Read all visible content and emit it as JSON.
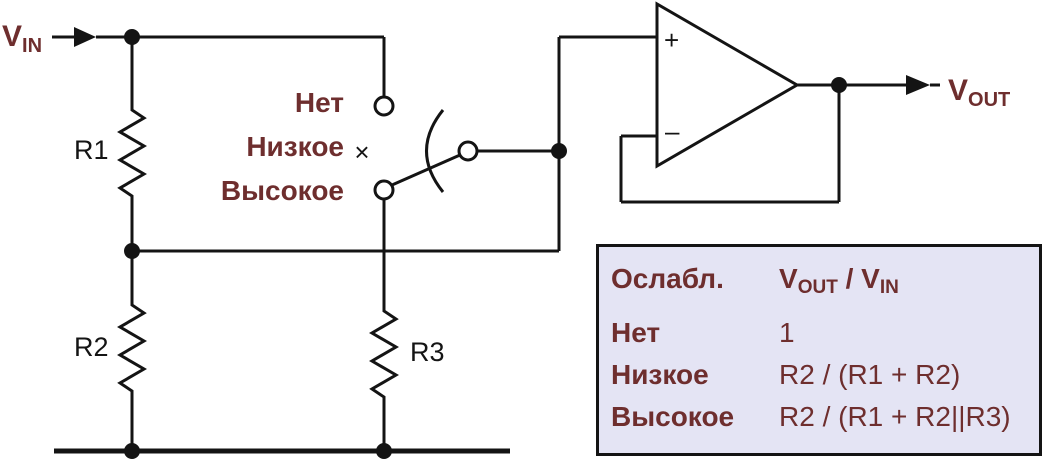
{
  "inputs": {
    "vin_main": "V",
    "vin_sub": "IN",
    "vout_main": "V",
    "vout_sub": "OUT"
  },
  "resistors": {
    "r1": "R1",
    "r2": "R2",
    "r3": "R3"
  },
  "opamp": {
    "plus": "+",
    "minus": "–"
  },
  "switch_labels": {
    "none": "Нет",
    "low": "Низкое",
    "high": "Высокое",
    "cross": "×"
  },
  "legend": {
    "header_col1": "Ослабл.",
    "header_v1": "V",
    "header_v1_sub": "OUT",
    "header_sep": " / ",
    "header_v2": "V",
    "header_v2_sub": "IN",
    "rows": [
      {
        "mode": "Нет",
        "formula": "1"
      },
      {
        "mode": "Низкое",
        "formula": "R2 / (R1 + R2)"
      },
      {
        "mode": "Высокое",
        "formula": "R2 / (R1 + R2||R3)"
      }
    ]
  },
  "colors": {
    "accent": "#6e2e2e",
    "legend_bg": "#e4e4f4",
    "line": "#141414"
  }
}
